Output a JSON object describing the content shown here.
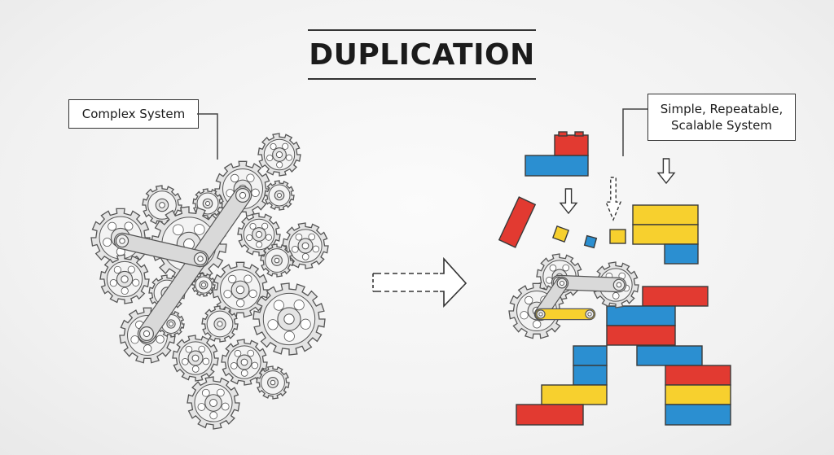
{
  "title": "DUPLICATION",
  "labels": {
    "complex": "Complex System",
    "simple_line1": "Simple, Repeatable,",
    "simple_line2": "Scalable System"
  },
  "colors": {
    "red": "#e23a31",
    "blue": "#2b8fd1",
    "yellow": "#f7d02e",
    "outline": "#3a3a3a",
    "gear_fill": "#e4e4e4",
    "gear_stroke": "#555555"
  },
  "icons": {
    "complex": "interlocking-gears-icon",
    "simple": "stacked-blocks-icon",
    "transition": "dashed-arrow-icon"
  }
}
